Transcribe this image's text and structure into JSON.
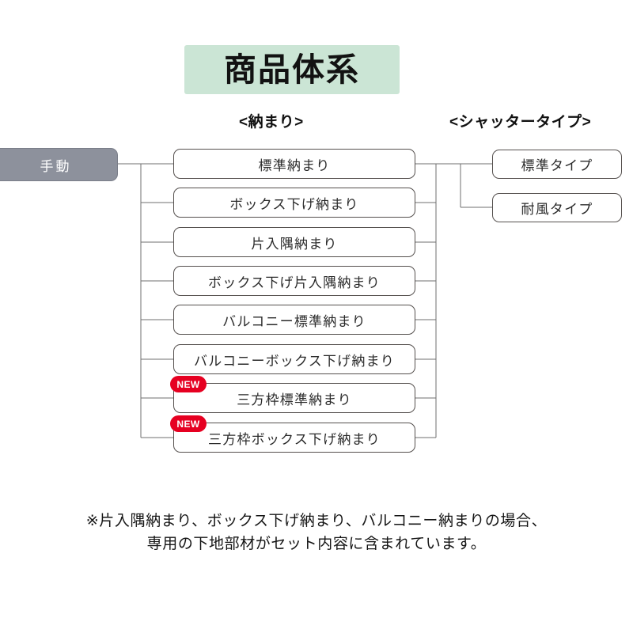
{
  "title": {
    "text": "商品体系",
    "banner_color": "#cbe5d5"
  },
  "headers": {
    "osamari": "<納まり>",
    "shutter": "<シャッタータイプ>"
  },
  "root": {
    "label": "手動",
    "fill_color": "#8d919c",
    "text_color": "#ffffff"
  },
  "badge": {
    "label": "NEW",
    "color": "#e60021"
  },
  "osamari_nodes": [
    {
      "label": "標準納まり",
      "new": false
    },
    {
      "label": "ボックス下げ納まり",
      "new": false
    },
    {
      "label": "片入隅納まり",
      "new": false
    },
    {
      "label": "ボックス下げ片入隅納まり",
      "new": false
    },
    {
      "label": "バルコニー標準納まり",
      "new": false
    },
    {
      "label": "バルコニーボックス下げ納まり",
      "new": false
    },
    {
      "label": "三方枠標準納まり",
      "new": true
    },
    {
      "label": "三方枠ボックス下げ納まり",
      "new": true
    }
  ],
  "shutter_nodes": [
    {
      "label": "標準タイプ"
    },
    {
      "label": "耐風タイプ"
    }
  ],
  "footnote": {
    "line1": "※片入隅納まり、ボックス下げ納まり、バルコニー納まりの場合、",
    "line2": "専用の下地部材がセット内容に含まれています。"
  }
}
